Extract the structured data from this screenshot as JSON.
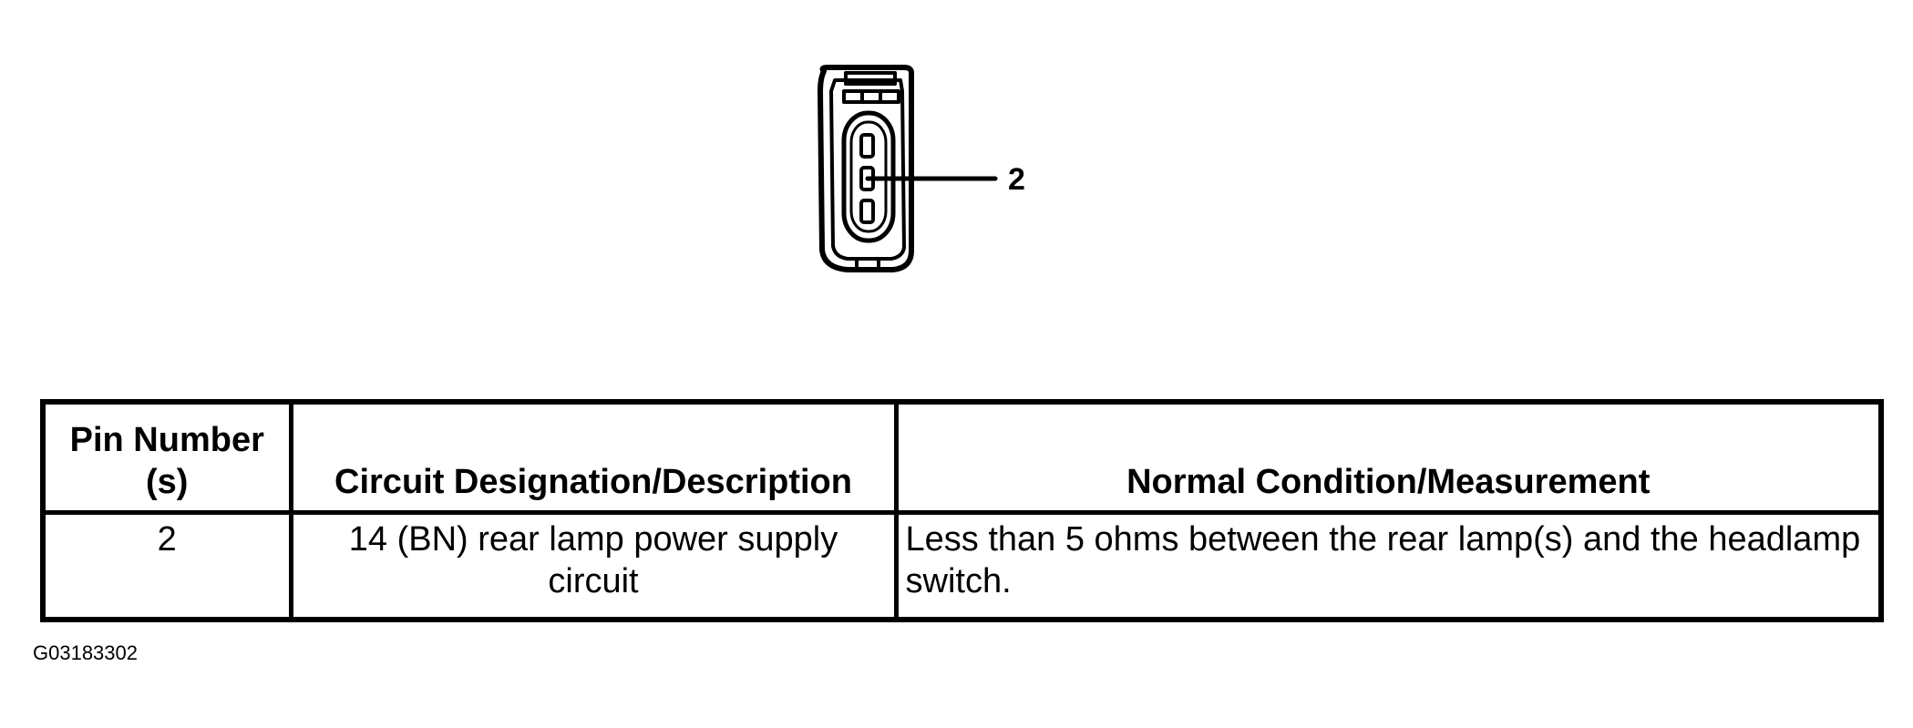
{
  "diagram": {
    "pin_callout": "2"
  },
  "table": {
    "headers": [
      "Pin Number (s)",
      "Circuit Designation/Description",
      "Normal Condition/Measurement"
    ],
    "rows": [
      {
        "pin": "2",
        "circuit": "14 (BN) rear lamp power supply circuit",
        "measurement": "Less than 5 ohms between the rear lamp(s) and the headlamp switch."
      }
    ]
  },
  "figure_id": "G03183302"
}
